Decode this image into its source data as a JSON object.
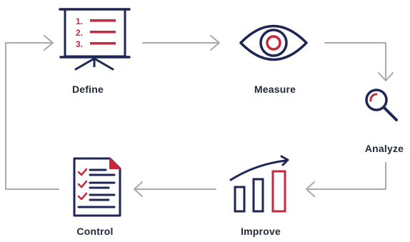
{
  "colors": {
    "navy": "#1e2655",
    "red": "#c8283c",
    "arrow": "#a9a9a9",
    "label": "#1f2937"
  },
  "steps": [
    {
      "label": "Define",
      "icon": "presentation-board-icon"
    },
    {
      "label": "Measure",
      "icon": "eye-icon"
    },
    {
      "label": "Analyze",
      "icon": "magnifying-glass-icon"
    },
    {
      "label": "Improve",
      "icon": "growth-bar-chart-icon"
    },
    {
      "label": "Control",
      "icon": "checklist-document-icon"
    }
  ],
  "define_board": {
    "numbers": [
      "1.",
      "2.",
      "3."
    ]
  }
}
